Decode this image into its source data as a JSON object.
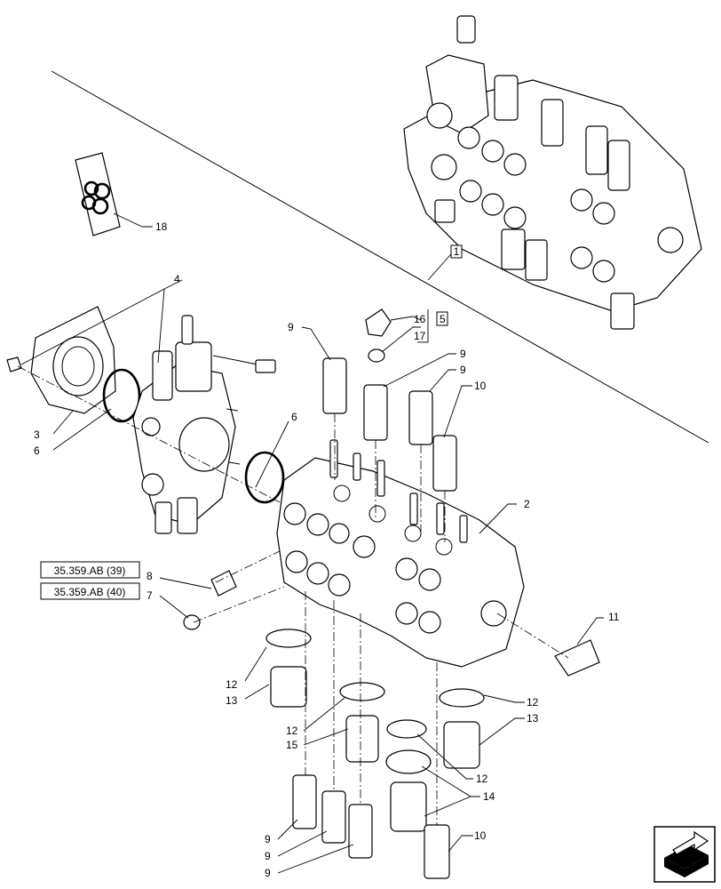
{
  "references": {
    "ref_39": "35.359.AB (39)",
    "ref_40": "35.359.AB (40)"
  },
  "callouts": {
    "c1": "1",
    "c2": "2",
    "c3": "3",
    "c4": "4",
    "c5": "5",
    "c6a": "6",
    "c6b": "6",
    "c7": "7",
    "c8": "8",
    "c9_top_left": "9",
    "c9_top_mid_a": "9",
    "c9_top_mid_b": "9",
    "c9_bot_a": "9",
    "c9_bot_b": "9",
    "c9_bot_c": "9",
    "c10_top": "10",
    "c10_bot": "10",
    "c11": "11",
    "c12_left": "12",
    "c12_mid": "12",
    "c12_right": "12",
    "c12_low": "12",
    "c13_left": "13",
    "c13_right": "13",
    "c14": "14",
    "c15": "15",
    "c16": "16",
    "c17": "17",
    "c18": "18"
  }
}
